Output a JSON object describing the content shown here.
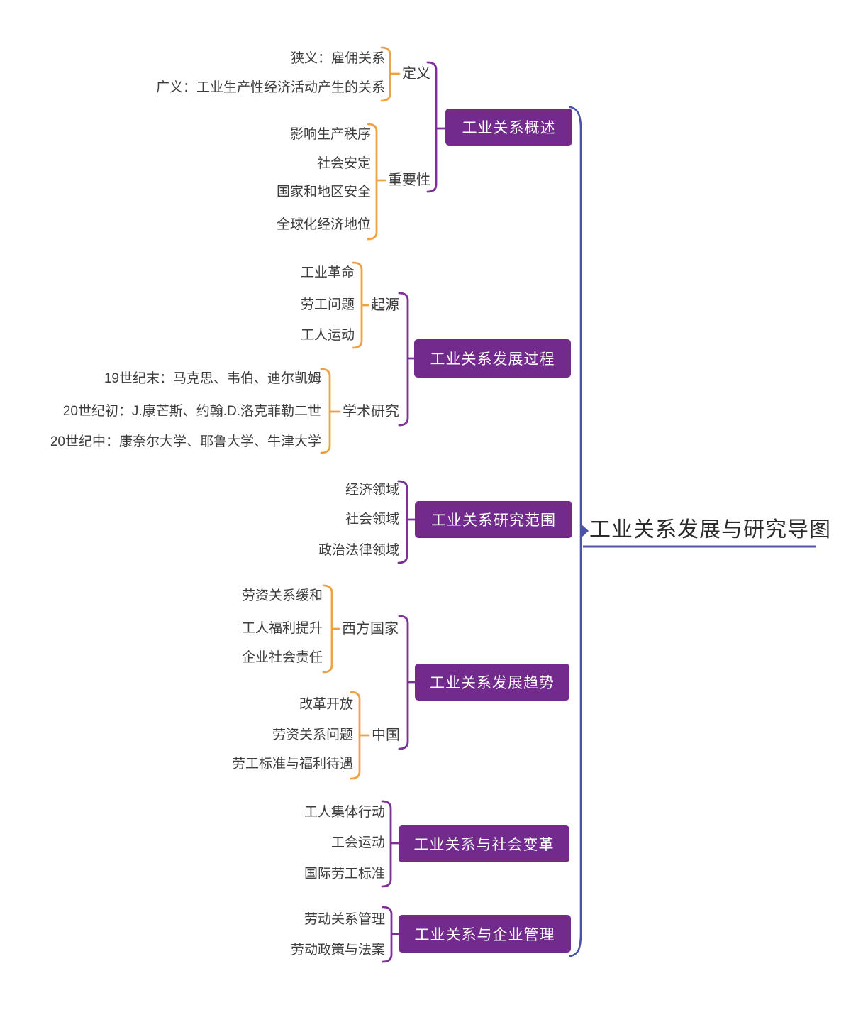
{
  "root": {
    "label": "工业关系发展与研究导图"
  },
  "branches": [
    {
      "label": "工业关系概述",
      "groups": [
        {
          "label": "定义",
          "leaves": [
            "狭义：雇佣关系",
            "广义：工业生产性经济活动产生的关系"
          ]
        },
        {
          "label": "重要性",
          "leaves": [
            "影响生产秩序",
            "社会安定",
            "国家和地区安全",
            "全球化经济地位"
          ]
        }
      ]
    },
    {
      "label": "工业关系发展过程",
      "groups": [
        {
          "label": "起源",
          "leaves": [
            "工业革命",
            "劳工问题",
            "工人运动"
          ]
        },
        {
          "label": "学术研究",
          "leaves": [
            "19世纪末：马克思、韦伯、迪尔凯姆",
            "20世纪初：J.康芒斯、约翰.D.洛克菲勒二世",
            "20世纪中：康奈尔大学、耶鲁大学、牛津大学"
          ]
        }
      ]
    },
    {
      "label": "工业关系研究范围",
      "groups": [
        {
          "label": "",
          "leaves": [
            "经济领域",
            "社会领域",
            "政治法律领域"
          ]
        }
      ]
    },
    {
      "label": "工业关系发展趋势",
      "groups": [
        {
          "label": "西方国家",
          "leaves": [
            "劳资关系缓和",
            "工人福利提升",
            "企业社会责任"
          ]
        },
        {
          "label": "中国",
          "leaves": [
            "改革开放",
            "劳资关系问题",
            "劳工标准与福利待遇"
          ]
        }
      ]
    },
    {
      "label": "工业关系与社会变革",
      "groups": [
        {
          "label": "",
          "leaves": [
            "工人集体行动",
            "工会运动",
            "国际劳工标准"
          ]
        }
      ]
    },
    {
      "label": "工业关系与企业管理",
      "groups": [
        {
          "label": "",
          "leaves": [
            "劳动关系管理",
            "劳动政策与法案"
          ]
        }
      ]
    }
  ],
  "colors": {
    "node_bg": "#722b8c",
    "node_text": "#ffffff",
    "line_purple": "#7d3096",
    "line_orange": "#eda243",
    "spine_blue": "#4a53a7",
    "underline": "#5355ab",
    "text_dark": "#3d3d3d",
    "root_text": "#2b2b2b",
    "bg": "#ffffff"
  }
}
